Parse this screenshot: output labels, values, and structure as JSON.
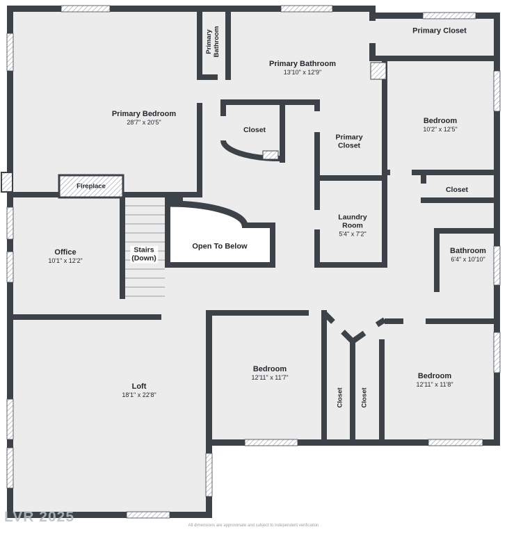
{
  "watermark": "LVR 2025",
  "footer_note": "All dimensions are approximate and subject to independent verification",
  "colors": {
    "wall": "#3d4249",
    "floor": "#ececec",
    "background": "#ffffff",
    "hatch": "#aeb4ba",
    "text": "#23272c"
  },
  "labels": {
    "wc": {
      "l1": "Primary",
      "l2": "Bathroom"
    },
    "primary_bathroom": {
      "name": "Primary Bathroom",
      "dims": "13'10\" x 12'9\""
    },
    "primary_closet_top": {
      "name": "Primary Closet"
    },
    "primary_bedroom": {
      "name": "Primary Bedroom",
      "dims": "28'7\" x 20'5\""
    },
    "bedroom_top_right": {
      "name": "Bedroom",
      "dims": "10'2\" x 12'5\""
    },
    "closet_mid": {
      "name": "Closet"
    },
    "primary_closet_mid": {
      "l1": "Primary",
      "l2": "Closet"
    },
    "closet_right": {
      "name": "Closet"
    },
    "fireplace": {
      "name": "Fireplace"
    },
    "laundry": {
      "l1": "Laundry",
      "l2": "Room",
      "dims": "5'4\" x 7'2\""
    },
    "stairs": {
      "l1": "Stairs",
      "l2": "(Down)"
    },
    "open_to_below": {
      "name": "Open To Below"
    },
    "office": {
      "name": "Office",
      "dims": "10'1\" x 12'2\""
    },
    "bathroom": {
      "name": "Bathroom",
      "dims": "6'4\" x 10'10\""
    },
    "loft": {
      "name": "Loft",
      "dims": "18'1\" x 22'8\""
    },
    "bedroom_bottom_center": {
      "name": "Bedroom",
      "dims": "12'11\" x 11'7\""
    },
    "bedroom_bottom_right": {
      "name": "Bedroom",
      "dims": "12'11\" x 11'8\""
    },
    "closet_v_left": {
      "name": "Closet"
    },
    "closet_v_right": {
      "name": "Closet"
    }
  }
}
